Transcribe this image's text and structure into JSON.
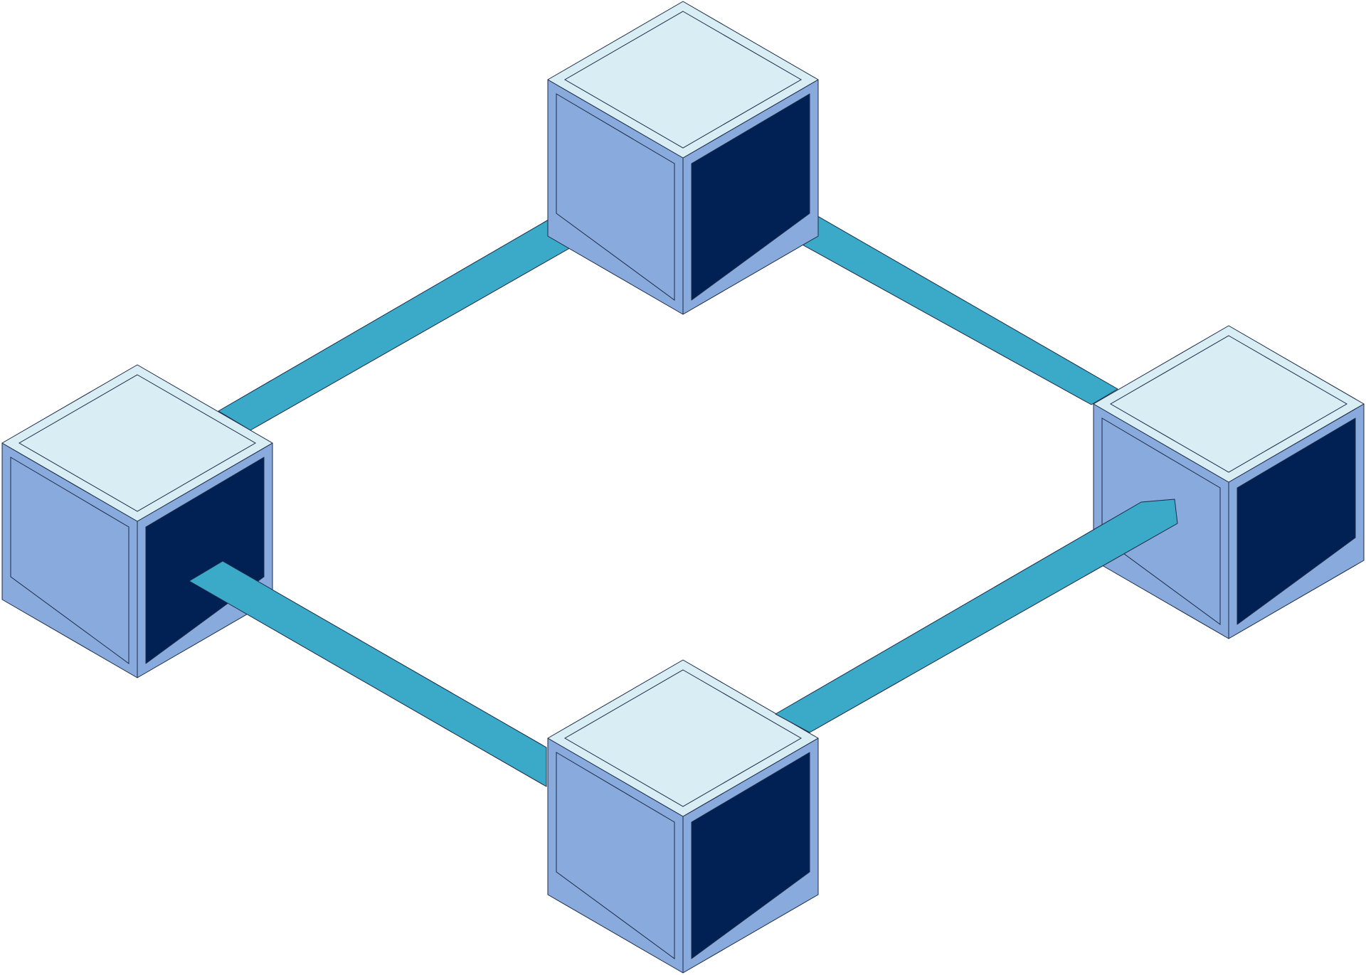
{
  "diagram": {
    "type": "isometric-ring-network",
    "colors": {
      "background": "#ffffff",
      "cube_top": "#d8edf4",
      "cube_left": "#88aadd",
      "cube_right": "#012155",
      "cube_frame": "#88aadd",
      "link": "#3aaac8",
      "outline": "#1c2a45"
    },
    "nodes": [
      {
        "id": "top"
      },
      {
        "id": "left"
      },
      {
        "id": "right"
      },
      {
        "id": "bottom"
      }
    ],
    "links": [
      {
        "from": "top",
        "to": "left"
      },
      {
        "from": "top",
        "to": "right"
      },
      {
        "from": "left",
        "to": "bottom"
      },
      {
        "from": "right",
        "to": "bottom"
      }
    ]
  }
}
